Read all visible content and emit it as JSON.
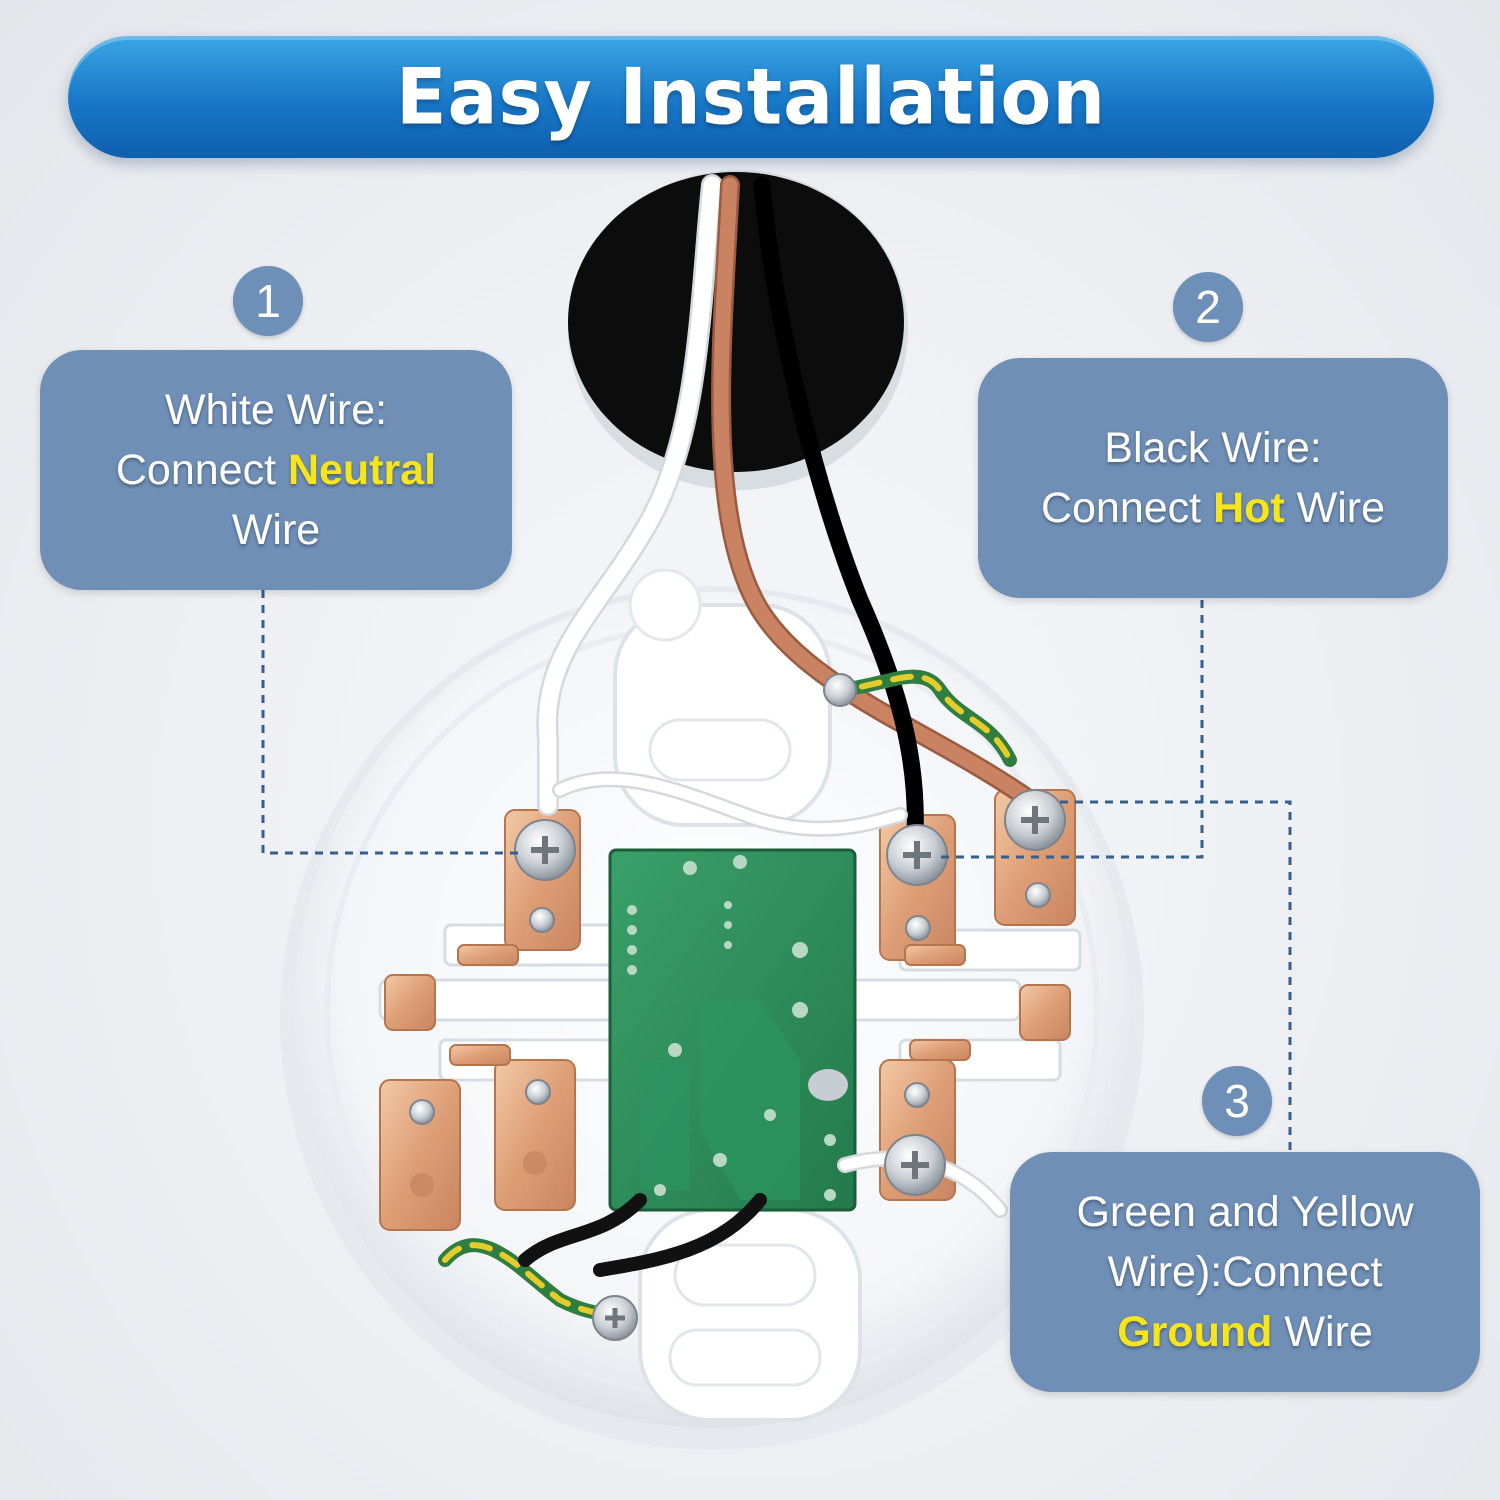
{
  "header": {
    "title": "Easy Installation"
  },
  "steps": [
    {
      "number": "1",
      "lines": [
        {
          "pre": "White Wire:",
          "hl": "",
          "post": ""
        },
        {
          "pre": "Connect ",
          "hl": "Neutral",
          "post": ""
        },
        {
          "pre": "Wire",
          "hl": "",
          "post": ""
        }
      ]
    },
    {
      "number": "2",
      "lines": [
        {
          "pre": "Black Wire:",
          "hl": "",
          "post": ""
        },
        {
          "pre": "Connect ",
          "hl": "Hot",
          "post": " Wire"
        }
      ]
    },
    {
      "number": "3",
      "lines": [
        {
          "pre": "Green and Yellow",
          "hl": "",
          "post": ""
        },
        {
          "pre": "Wire):Connect",
          "hl": "",
          "post": ""
        },
        {
          "pre": "",
          "hl": "Ground",
          "post": " Wire"
        }
      ]
    }
  ],
  "colors": {
    "banner": "#1877c8",
    "callout": "#6f8fb6",
    "highlight": "#f6e51a",
    "copper": "#e0a57e",
    "pcb": "#2e8b57"
  }
}
